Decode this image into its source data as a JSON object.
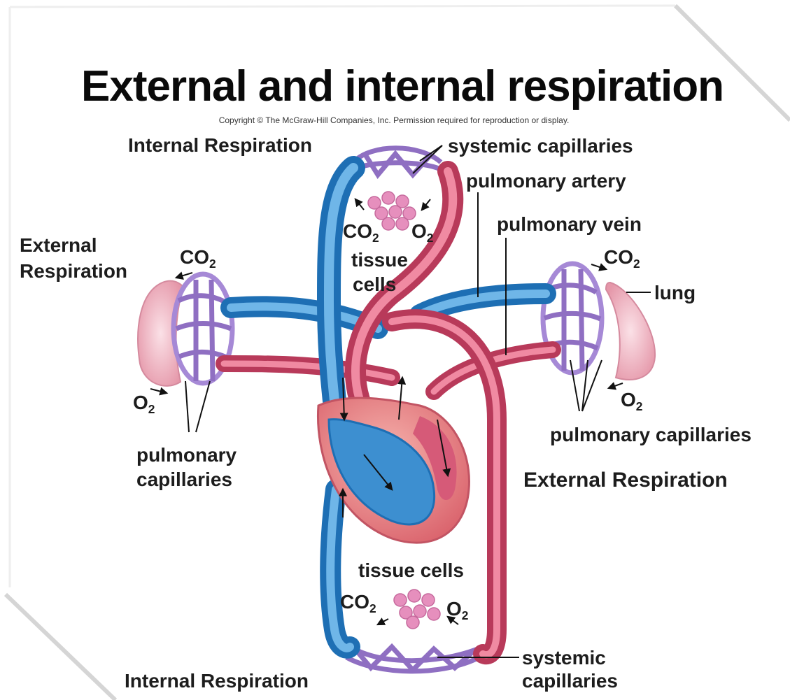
{
  "title": "External and internal respiration",
  "copyright": "Copyright © The McGraw-Hill Companies, Inc. Permission required for reproduction or display.",
  "labels": {
    "internal_respiration_top": "Internal Respiration",
    "systemic_capillaries_top": "systemic capillaries",
    "pulmonary_artery": "pulmonary artery",
    "pulmonary_vein": "pulmonary vein",
    "external_respiration_left_1": "External",
    "external_respiration_left_2": "Respiration",
    "co2_upper": "CO",
    "o2_upper": "O",
    "tissue_cells_upper_1": "tissue",
    "tissue_cells_upper_2": "cells",
    "co2_left": "CO",
    "o2_left": "O",
    "pulmonary_capillaries_left_1": "pulmonary",
    "pulmonary_capillaries_left_2": "capillaries",
    "co2_right": "CO",
    "lung": "lung",
    "o2_right": "O",
    "pulmonary_capillaries_right": "pulmonary capillaries",
    "external_respiration_right": "External Respiration",
    "tissue_cells_lower": "tissue cells",
    "co2_lower": "CO",
    "o2_lower": "O",
    "systemic_capillaries_bottom_1": "systemic",
    "systemic_capillaries_bottom_2": "capillaries",
    "internal_respiration_bottom": "Internal Respiration",
    "subscript_2": "2"
  },
  "colors": {
    "deoxygenated_blood": "#3d8fd0",
    "oxygenated_blood": "#d65a78",
    "capillary": "#8f6fc2",
    "lung": "#f2b9c6",
    "tissue_cell": "#e68fbd",
    "heart_outer": "#e98a86"
  }
}
